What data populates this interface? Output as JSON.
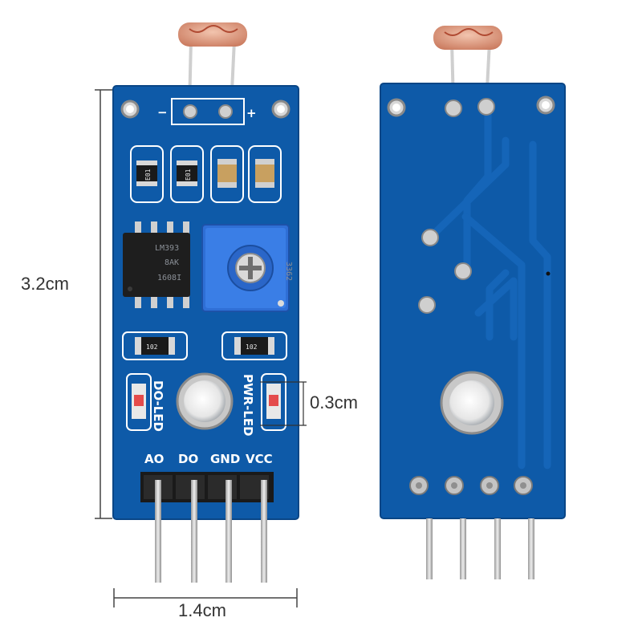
{
  "dimensions": {
    "height_label": "3.2cm",
    "width_label": "1.4cm",
    "led_label": "0.3cm"
  },
  "board": {
    "pin_labels": [
      "AO",
      "DO",
      "GND",
      "VCC"
    ],
    "minus_sign": "−",
    "plus_sign": "+",
    "chip_lines": [
      "LM393",
      "8AK",
      "1608I"
    ],
    "pot_code": "3362",
    "led_do_label": "DO-LED",
    "led_pwr_label": "PWR-LED",
    "resistor_codes": [
      "E01",
      "E01"
    ],
    "resistor_bottom_codes": [
      "102",
      "102"
    ]
  },
  "colors": {
    "pcb": "#0e5aa8",
    "pcb_dark": "#0a4686",
    "silkscreen": "#ffffff",
    "pot": "#2f6fd6",
    "header": "#1a1a1a",
    "pin": "#c9c9c9",
    "ldr": "#d99a7e"
  }
}
